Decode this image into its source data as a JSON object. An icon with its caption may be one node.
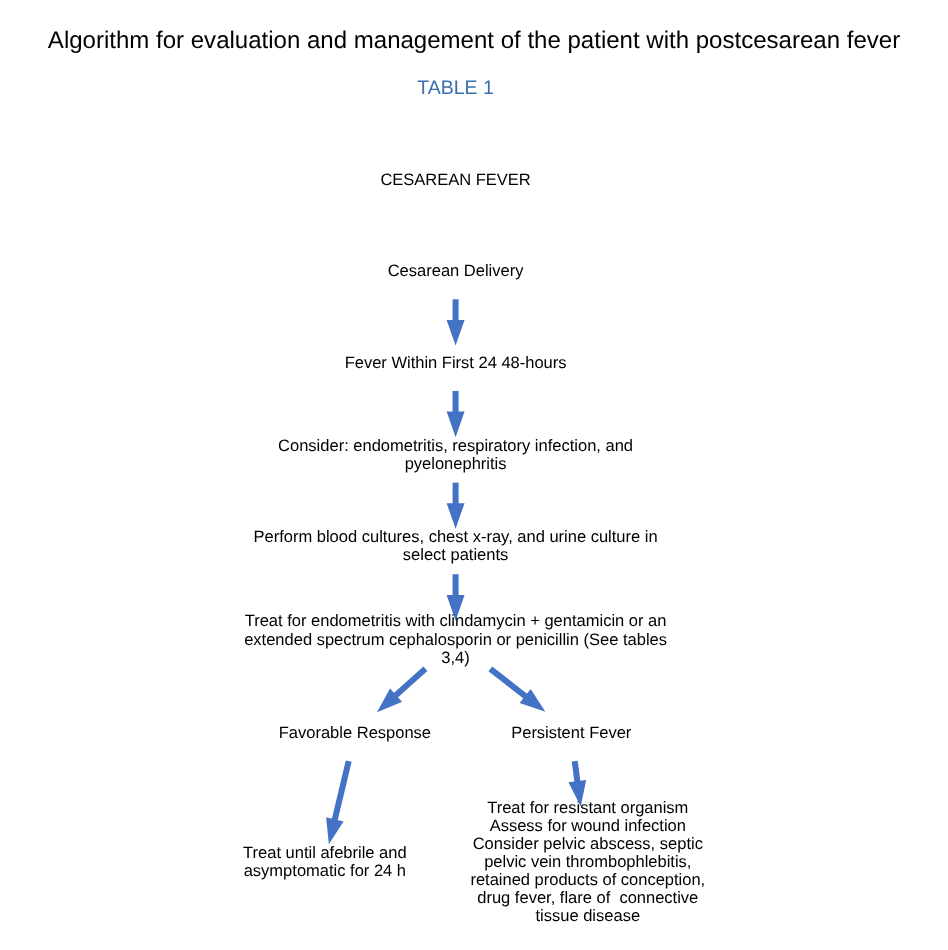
{
  "diagram": {
    "title": "Algorithm for evaluation and management of the patient with postcesarean fever",
    "nodes": [
      {
        "text": [
          "Cesarean Delivery"
        ]
      },
      {
        "text": [
          "Fever Within First 24 48-hours"
        ]
      },
      {
        "text": [
          "Consider: endometritis, respiratory infection, and pyelonephritis"
        ]
      },
      {
        "text": [
          "Perform blood cultures, chest x-ray, and urine culture in select patients"
        ]
      },
      {
        "text": [
          "Treat for endometritis with clindamycin + gentamicin or an extended spectrum cephalosporin or penicillin (See tables 3,4)"
        ]
      },
      {
        "text": [
          "Favorable Response"
        ]
      },
      {
        "text": [
          "Persistent Fever"
        ]
      },
      {
        "text": [
          "Treat until afebrile and asymptomatic for 24 h"
        ]
      },
      {
        "text": [
          "Treat for resistant organism",
          "Assess for wound infection",
          "Consider pelvic abscess, septic pelvic vein thrombophlebitis, retained products of conception, drug fever, flare of  connective tissue disease"
        ]
      }
    ],
    "edges": [
      {
        "from": 0,
        "to": 1,
        "arrow": "to"
      },
      {
        "from": 1,
        "to": 2,
        "arrow": "to"
      },
      {
        "from": 2,
        "to": 3,
        "arrow": "to"
      },
      {
        "from": 3,
        "to": 4,
        "arrow": "to"
      },
      {
        "from": 4,
        "to": 5,
        "arrow": "to"
      },
      {
        "from": 4,
        "to": 6,
        "arrow": "to"
      },
      {
        "from": 5,
        "to": 7,
        "arrow": "to"
      },
      {
        "from": 6,
        "to": 8,
        "arrow": "to"
      }
    ],
    "labels": [
      "TABLE 1",
      "CESAREAN FEVER"
    ]
  }
}
